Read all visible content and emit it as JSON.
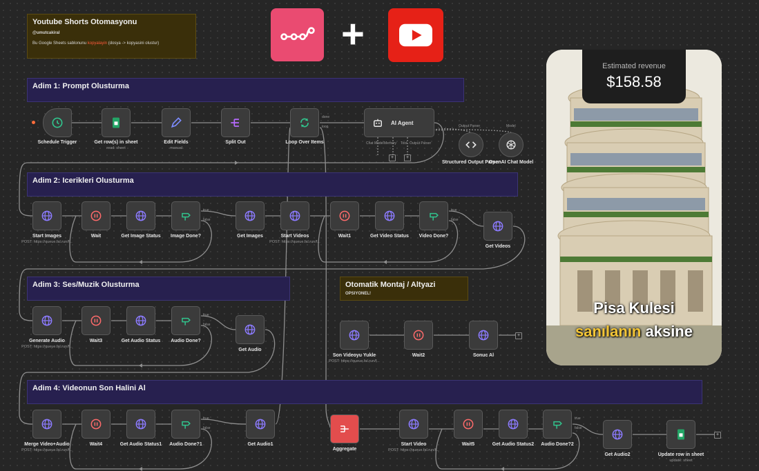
{
  "colors": {
    "n8n_brand": "#ea4b71",
    "youtube_red": "#e62117",
    "sticky_purple": "#27204f",
    "sticky_olive": "#3a2f0a",
    "caption_highlight": "#f3c536"
  },
  "notes": {
    "intro": {
      "title": "Youtube Shorts Otomasyonu",
      "author": "@umutcakiral",
      "line_pre": "Bu Google Sheets sablonunu ",
      "line_link": "kopyalayin",
      "line_post": " (dosya -> kopyasini olustur)"
    },
    "step1": "Adim 1: Prompt Olusturma",
    "step2": "Adim 2: Icerikleri Olusturma",
    "step3": "Adim 3: Ses/Muzik Olusturma",
    "step4": "Adim 4: Videonun Son Halini Al",
    "montage": {
      "title": "Otomatik Montaj / Altyazi",
      "sub": "OPSIYONEL!"
    }
  },
  "nodes": {
    "schedule_trigger": {
      "label": "Schedule Trigger",
      "icon": "clock-icon"
    },
    "get_rows": {
      "label": "Get row(s) in sheet",
      "sub": "read: sheet",
      "icon": "sheets-icon"
    },
    "edit_fields": {
      "label": "Edit Fields",
      "sub": "manual",
      "icon": "pencil-icon"
    },
    "split_out": {
      "label": "Split Out",
      "icon": "split-icon"
    },
    "loop_over_items": {
      "label": "Loop Over Items",
      "done": "done",
      "loop": "loop",
      "icon": "loop-icon"
    },
    "ai_agent": {
      "label": "AI Agent",
      "chat_model": "Chat Model",
      "memory": "Memory",
      "tool": "Tool",
      "output_parser": "Output Parser",
      "icon": "robot-icon"
    },
    "structured_output_parser": {
      "label": "Structured Output Parser",
      "top": "Output Parser",
      "icon": "code-icon"
    },
    "openai_chat_model": {
      "label": "OpenAI Chat Model",
      "top": "Model",
      "icon": "openai-icon"
    },
    "start_images": {
      "label": "Start Images",
      "sub": "POST: https://queue.fal.run/f..."
    },
    "wait": {
      "label": "Wait"
    },
    "get_image_status": {
      "label": "Get Image Status"
    },
    "image_done": {
      "label": "Image Done?",
      "true": "true",
      "false": "false"
    },
    "get_images": {
      "label": "Get Images"
    },
    "start_videos": {
      "label": "Start Videos",
      "sub": "POST: https://queue.fal.run/f..."
    },
    "wait1": {
      "label": "Wait1"
    },
    "get_video_status": {
      "label": "Get Video Status"
    },
    "video_done": {
      "label": "Video Done?",
      "true": "true",
      "false": "false"
    },
    "get_videos": {
      "label": "Get Videos"
    },
    "generate_audio": {
      "label": "Generate Audio",
      "sub": "POST: https://queue.fal.run/f..."
    },
    "wait3": {
      "label": "Wait3"
    },
    "get_audio_status": {
      "label": "Get Audio Status"
    },
    "audio_done": {
      "label": "Audio Done?",
      "true": "true",
      "false": "false"
    },
    "get_audio": {
      "label": "Get Audio"
    },
    "son_videoyu_yukle": {
      "label": "Son Videoyu Yukle",
      "sub": "POST: https://queue.fal.run/f..."
    },
    "wait2": {
      "label": "Wait2"
    },
    "sonuc_al": {
      "label": "Sonuc Al"
    },
    "merge_video_audio": {
      "label": "Merge Video+Audio",
      "sub": "POST: https://queue.fal.run/f..."
    },
    "wait4": {
      "label": "Wait4"
    },
    "get_audio_status1": {
      "label": "Get Audio Status1"
    },
    "audio_done1": {
      "label": "Audio Done?1",
      "true": "true",
      "false": "false"
    },
    "get_audio1": {
      "label": "Get Audio1"
    },
    "aggregate": {
      "label": "Aggregate"
    },
    "start_video": {
      "label": "Start Video",
      "sub": "POST: https://queue.fal.run/f..."
    },
    "wait5": {
      "label": "Wait5"
    },
    "get_audio_status2": {
      "label": "Get Audio Status2"
    },
    "audio_done2": {
      "label": "Audio Done?2",
      "true": "true",
      "false": "false"
    },
    "get_audio2": {
      "label": "Get Audio2"
    },
    "update_row": {
      "label": "Update row in sheet",
      "sub": "update: sheet"
    }
  },
  "preview": {
    "revenue_label": "Estimated revenue",
    "revenue_value": "$158.58",
    "caption_line1": "Pisa Kulesi",
    "caption_word_highlight": "sanılanın",
    "caption_word_rest": " aksine"
  }
}
